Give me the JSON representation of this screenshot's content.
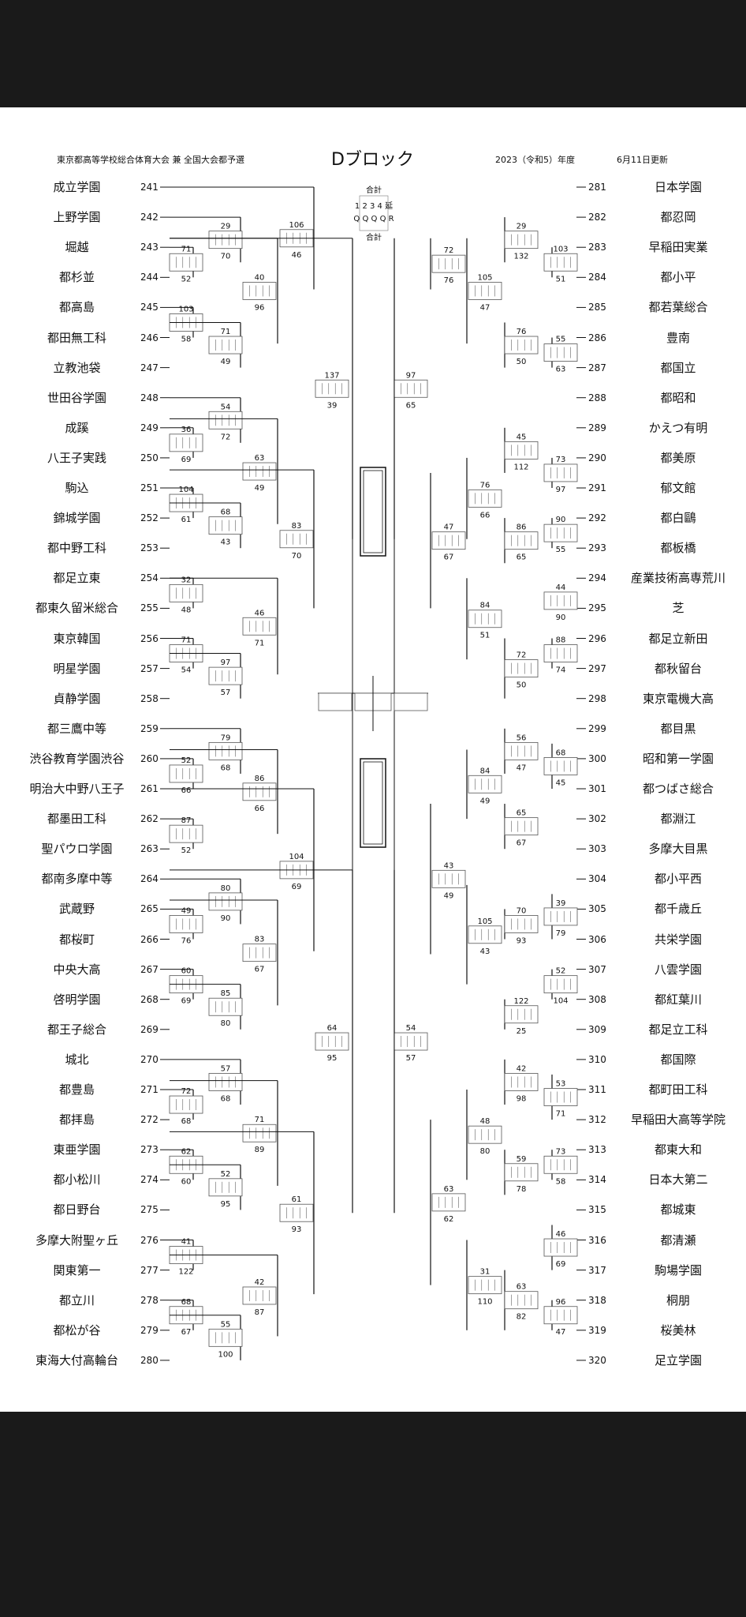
{
  "header": {
    "left": "東京都高等学校総合体育大会 兼 全国大会都予選",
    "center": "Dブロック",
    "year": "2023（令和5）年度",
    "updated": "6月11日更新"
  },
  "legend": {
    "top": "合計",
    "bottom": "合計",
    "cells": "1 2 3 4 延",
    "marks": "Q Q Q Q R"
  },
  "left_teams": [
    {
      "no": "241",
      "name": "成立学園"
    },
    {
      "no": "242",
      "name": "上野学園"
    },
    {
      "no": "243",
      "name": "堀越"
    },
    {
      "no": "244",
      "name": "都杉並"
    },
    {
      "no": "245",
      "name": "都高島"
    },
    {
      "no": "246",
      "name": "都田無工科"
    },
    {
      "no": "247",
      "name": "立教池袋"
    },
    {
      "no": "248",
      "name": "世田谷学園"
    },
    {
      "no": "249",
      "name": "成蹊"
    },
    {
      "no": "250",
      "name": "八王子実践"
    },
    {
      "no": "251",
      "name": "駒込"
    },
    {
      "no": "252",
      "name": "錦城学園"
    },
    {
      "no": "253",
      "name": "都中野工科"
    },
    {
      "no": "254",
      "name": "都足立東"
    },
    {
      "no": "255",
      "name": "都東久留米総合"
    },
    {
      "no": "256",
      "name": "東京韓国"
    },
    {
      "no": "257",
      "name": "明星学園"
    },
    {
      "no": "258",
      "name": "貞静学園"
    },
    {
      "no": "259",
      "name": "都三鷹中等"
    },
    {
      "no": "260",
      "name": "渋谷教育学園渋谷"
    },
    {
      "no": "261",
      "name": "明治大中野八王子"
    },
    {
      "no": "262",
      "name": "都墨田工科"
    },
    {
      "no": "263",
      "name": "聖パウロ学園"
    },
    {
      "no": "264",
      "name": "都南多摩中等"
    },
    {
      "no": "265",
      "name": "武蔵野"
    },
    {
      "no": "266",
      "name": "都桜町"
    },
    {
      "no": "267",
      "name": "中央大高"
    },
    {
      "no": "268",
      "name": "啓明学園"
    },
    {
      "no": "269",
      "name": "都王子総合"
    },
    {
      "no": "270",
      "name": "城北"
    },
    {
      "no": "271",
      "name": "都豊島"
    },
    {
      "no": "272",
      "name": "都拝島"
    },
    {
      "no": "273",
      "name": "東亜学園"
    },
    {
      "no": "274",
      "name": "都小松川"
    },
    {
      "no": "275",
      "name": "都日野台"
    },
    {
      "no": "276",
      "name": "多摩大附聖ヶ丘"
    },
    {
      "no": "277",
      "name": "関東第一"
    },
    {
      "no": "278",
      "name": "都立川"
    },
    {
      "no": "279",
      "name": "都松が谷"
    },
    {
      "no": "280",
      "name": "東海大付高輪台"
    }
  ],
  "right_teams": [
    {
      "no": "281",
      "name": "日本学園"
    },
    {
      "no": "282",
      "name": "都忍岡"
    },
    {
      "no": "283",
      "name": "早稲田実業"
    },
    {
      "no": "284",
      "name": "都小平"
    },
    {
      "no": "285",
      "name": "都若葉総合"
    },
    {
      "no": "286",
      "name": "豊南"
    },
    {
      "no": "287",
      "name": "都国立"
    },
    {
      "no": "288",
      "name": "都昭和"
    },
    {
      "no": "289",
      "name": "かえつ有明"
    },
    {
      "no": "290",
      "name": "都美原"
    },
    {
      "no": "291",
      "name": "郁文館"
    },
    {
      "no": "292",
      "name": "都白鷗"
    },
    {
      "no": "293",
      "name": "都板橋"
    },
    {
      "no": "294",
      "name": "産業技術高専荒川"
    },
    {
      "no": "295",
      "name": "芝"
    },
    {
      "no": "296",
      "name": "都足立新田"
    },
    {
      "no": "297",
      "name": "都秋留台"
    },
    {
      "no": "298",
      "name": "東京電機大高"
    },
    {
      "no": "299",
      "name": "都目黒"
    },
    {
      "no": "300",
      "name": "昭和第一学園"
    },
    {
      "no": "301",
      "name": "都つばさ総合"
    },
    {
      "no": "302",
      "name": "都淵江"
    },
    {
      "no": "303",
      "name": "多摩大目黒"
    },
    {
      "no": "304",
      "name": "都小平西"
    },
    {
      "no": "305",
      "name": "都千歳丘"
    },
    {
      "no": "306",
      "name": "共栄学園"
    },
    {
      "no": "307",
      "name": "八雲学園"
    },
    {
      "no": "308",
      "name": "都紅葉川"
    },
    {
      "no": "309",
      "name": "都足立工科"
    },
    {
      "no": "310",
      "name": "都国際"
    },
    {
      "no": "311",
      "name": "都町田工科"
    },
    {
      "no": "312",
      "name": "早稲田大高等学院"
    },
    {
      "no": "313",
      "name": "都東大和"
    },
    {
      "no": "314",
      "name": "日本大第二"
    },
    {
      "no": "315",
      "name": "都城東"
    },
    {
      "no": "316",
      "name": "都清瀬"
    },
    {
      "no": "317",
      "name": "駒場学園"
    },
    {
      "no": "318",
      "name": "桐朋"
    },
    {
      "no": "319",
      "name": "桜美林"
    },
    {
      "no": "320",
      "name": "足立学園"
    }
  ],
  "left_r1": [
    {
      "top": "71",
      "bot": "52"
    },
    {
      "top": "103",
      "bot": "58"
    },
    {
      "top": "36",
      "bot": "69"
    },
    {
      "top": "104",
      "bot": "61"
    },
    {
      "top": "32",
      "bot": "48"
    },
    {
      "top": "71",
      "bot": "54"
    },
    {
      "top": "52",
      "bot": "66"
    },
    {
      "top": "87",
      "bot": "52"
    },
    {
      "top": "49",
      "bot": "76"
    },
    {
      "top": "60",
      "bot": "69"
    },
    {
      "top": "72",
      "bot": "68"
    },
    {
      "top": "62",
      "bot": "60"
    },
    {
      "top": "41",
      "bot": "122"
    },
    {
      "top": "68",
      "bot": "67"
    }
  ],
  "left_r2": [
    {
      "top": "29",
      "bot": "70"
    },
    {
      "top": "71",
      "bot": "49"
    },
    {
      "top": "54",
      "bot": "72"
    },
    {
      "top": "68",
      "bot": "43"
    },
    {
      "top": "97",
      "bot": "57"
    },
    {
      "top": "79",
      "bot": "68"
    },
    {
      "top": "80",
      "bot": "90"
    },
    {
      "top": "85",
      "bot": "80"
    },
    {
      "top": "57",
      "bot": "68"
    },
    {
      "top": "52",
      "bot": "95"
    },
    {
      "top": "55",
      "bot": "100"
    }
  ],
  "left_r3": [
    {
      "top": "40",
      "bot": "96"
    },
    {
      "top": "63",
      "bot": "49"
    },
    {
      "top": "46",
      "bot": "71"
    },
    {
      "top": "86",
      "bot": "66"
    },
    {
      "top": "83",
      "bot": "67"
    },
    {
      "top": "71",
      "bot": "89"
    },
    {
      "top": "42",
      "bot": "87"
    }
  ],
  "left_r4": [
    {
      "top": "106",
      "bot": "46"
    },
    {
      "top": "83",
      "bot": "70"
    },
    {
      "top": "104",
      "bot": "69"
    },
    {
      "top": "61",
      "bot": "93"
    }
  ],
  "left_r5": [
    {
      "top": "137",
      "bot": "39"
    },
    {
      "top": "64",
      "bot": "95"
    }
  ],
  "right_r1": [
    {
      "top": "103",
      "bot": "51"
    },
    {
      "top": "55",
      "bot": "63"
    },
    {
      "top": "73",
      "bot": "97"
    },
    {
      "top": "90",
      "bot": "55"
    },
    {
      "top": "44",
      "bot": "90"
    },
    {
      "top": "88",
      "bot": "74"
    },
    {
      "top": "68",
      "bot": "45"
    },
    {
      "top": "39",
      "bot": "79"
    },
    {
      "top": "52",
      "bot": "104"
    },
    {
      "top": "53",
      "bot": "71"
    },
    {
      "top": "73",
      "bot": "58"
    },
    {
      "top": "46",
      "bot": "69"
    },
    {
      "top": "96",
      "bot": "47"
    }
  ],
  "right_r2": [
    {
      "top": "29",
      "bot": "132"
    },
    {
      "top": "76",
      "bot": "50"
    },
    {
      "top": "45",
      "bot": "112"
    },
    {
      "top": "86",
      "bot": "65"
    },
    {
      "top": "72",
      "bot": "50"
    },
    {
      "top": "56",
      "bot": "47"
    },
    {
      "top": "65",
      "bot": "67"
    },
    {
      "top": "70",
      "bot": "93"
    },
    {
      "top": "122",
      "bot": "25"
    },
    {
      "top": "42",
      "bot": "98"
    },
    {
      "top": "59",
      "bot": "78"
    },
    {
      "top": "63",
      "bot": "82"
    }
  ],
  "right_r3": [
    {
      "top": "105",
      "bot": "47"
    },
    {
      "top": "76",
      "bot": "66"
    },
    {
      "top": "84",
      "bot": "51"
    },
    {
      "top": "84",
      "bot": "49"
    },
    {
      "top": "105",
      "bot": "43"
    },
    {
      "top": "48",
      "bot": "80"
    },
    {
      "top": "31",
      "bot": "110"
    }
  ],
  "right_r4": [
    {
      "top": "72",
      "bot": "76"
    },
    {
      "top": "47",
      "bot": "67"
    },
    {
      "top": "43",
      "bot": "49"
    },
    {
      "top": "63",
      "bot": "62"
    }
  ],
  "right_r5": [
    {
      "top": "97",
      "bot": "65"
    },
    {
      "top": "54",
      "bot": "57"
    }
  ]
}
